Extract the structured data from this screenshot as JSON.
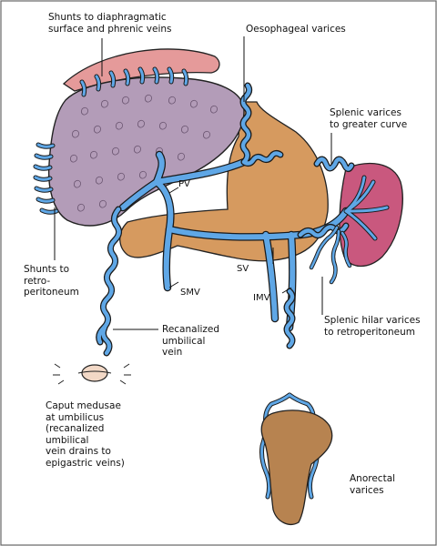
{
  "labels": {
    "shunts_diaphragm": "Shunts to diaphragmatic\nsurface and phrenic veins",
    "oesophageal": "Oesophageal varices",
    "splenic_greater": "Splenic varices\nto greater curve",
    "pv": "PV",
    "sv": "SV",
    "smv": "SMV",
    "imv": "IMV",
    "shunts_retro": "Shunts to\nretro-\nperitoneum",
    "recanalized": "Recanalized\numbilical\nvein",
    "splenic_hilar": "Splenic hilar varices\nto retroperitoneum",
    "caput": "Caput medusae\nat umbilicus\n(recanalized\numbilical\nvein drains to\nepigastric veins)",
    "anorectal": "Anorectal\nvarices"
  },
  "colors": {
    "vein": "#5fa7e6",
    "vein_outline": "#1a1a1a",
    "liver": "#b39cb8",
    "stomach": "#d69a5f",
    "spleen": "#c9587e",
    "diaphragm": "#e59a9a",
    "rectum": "#b78350",
    "skin": "#f2d8c6"
  }
}
